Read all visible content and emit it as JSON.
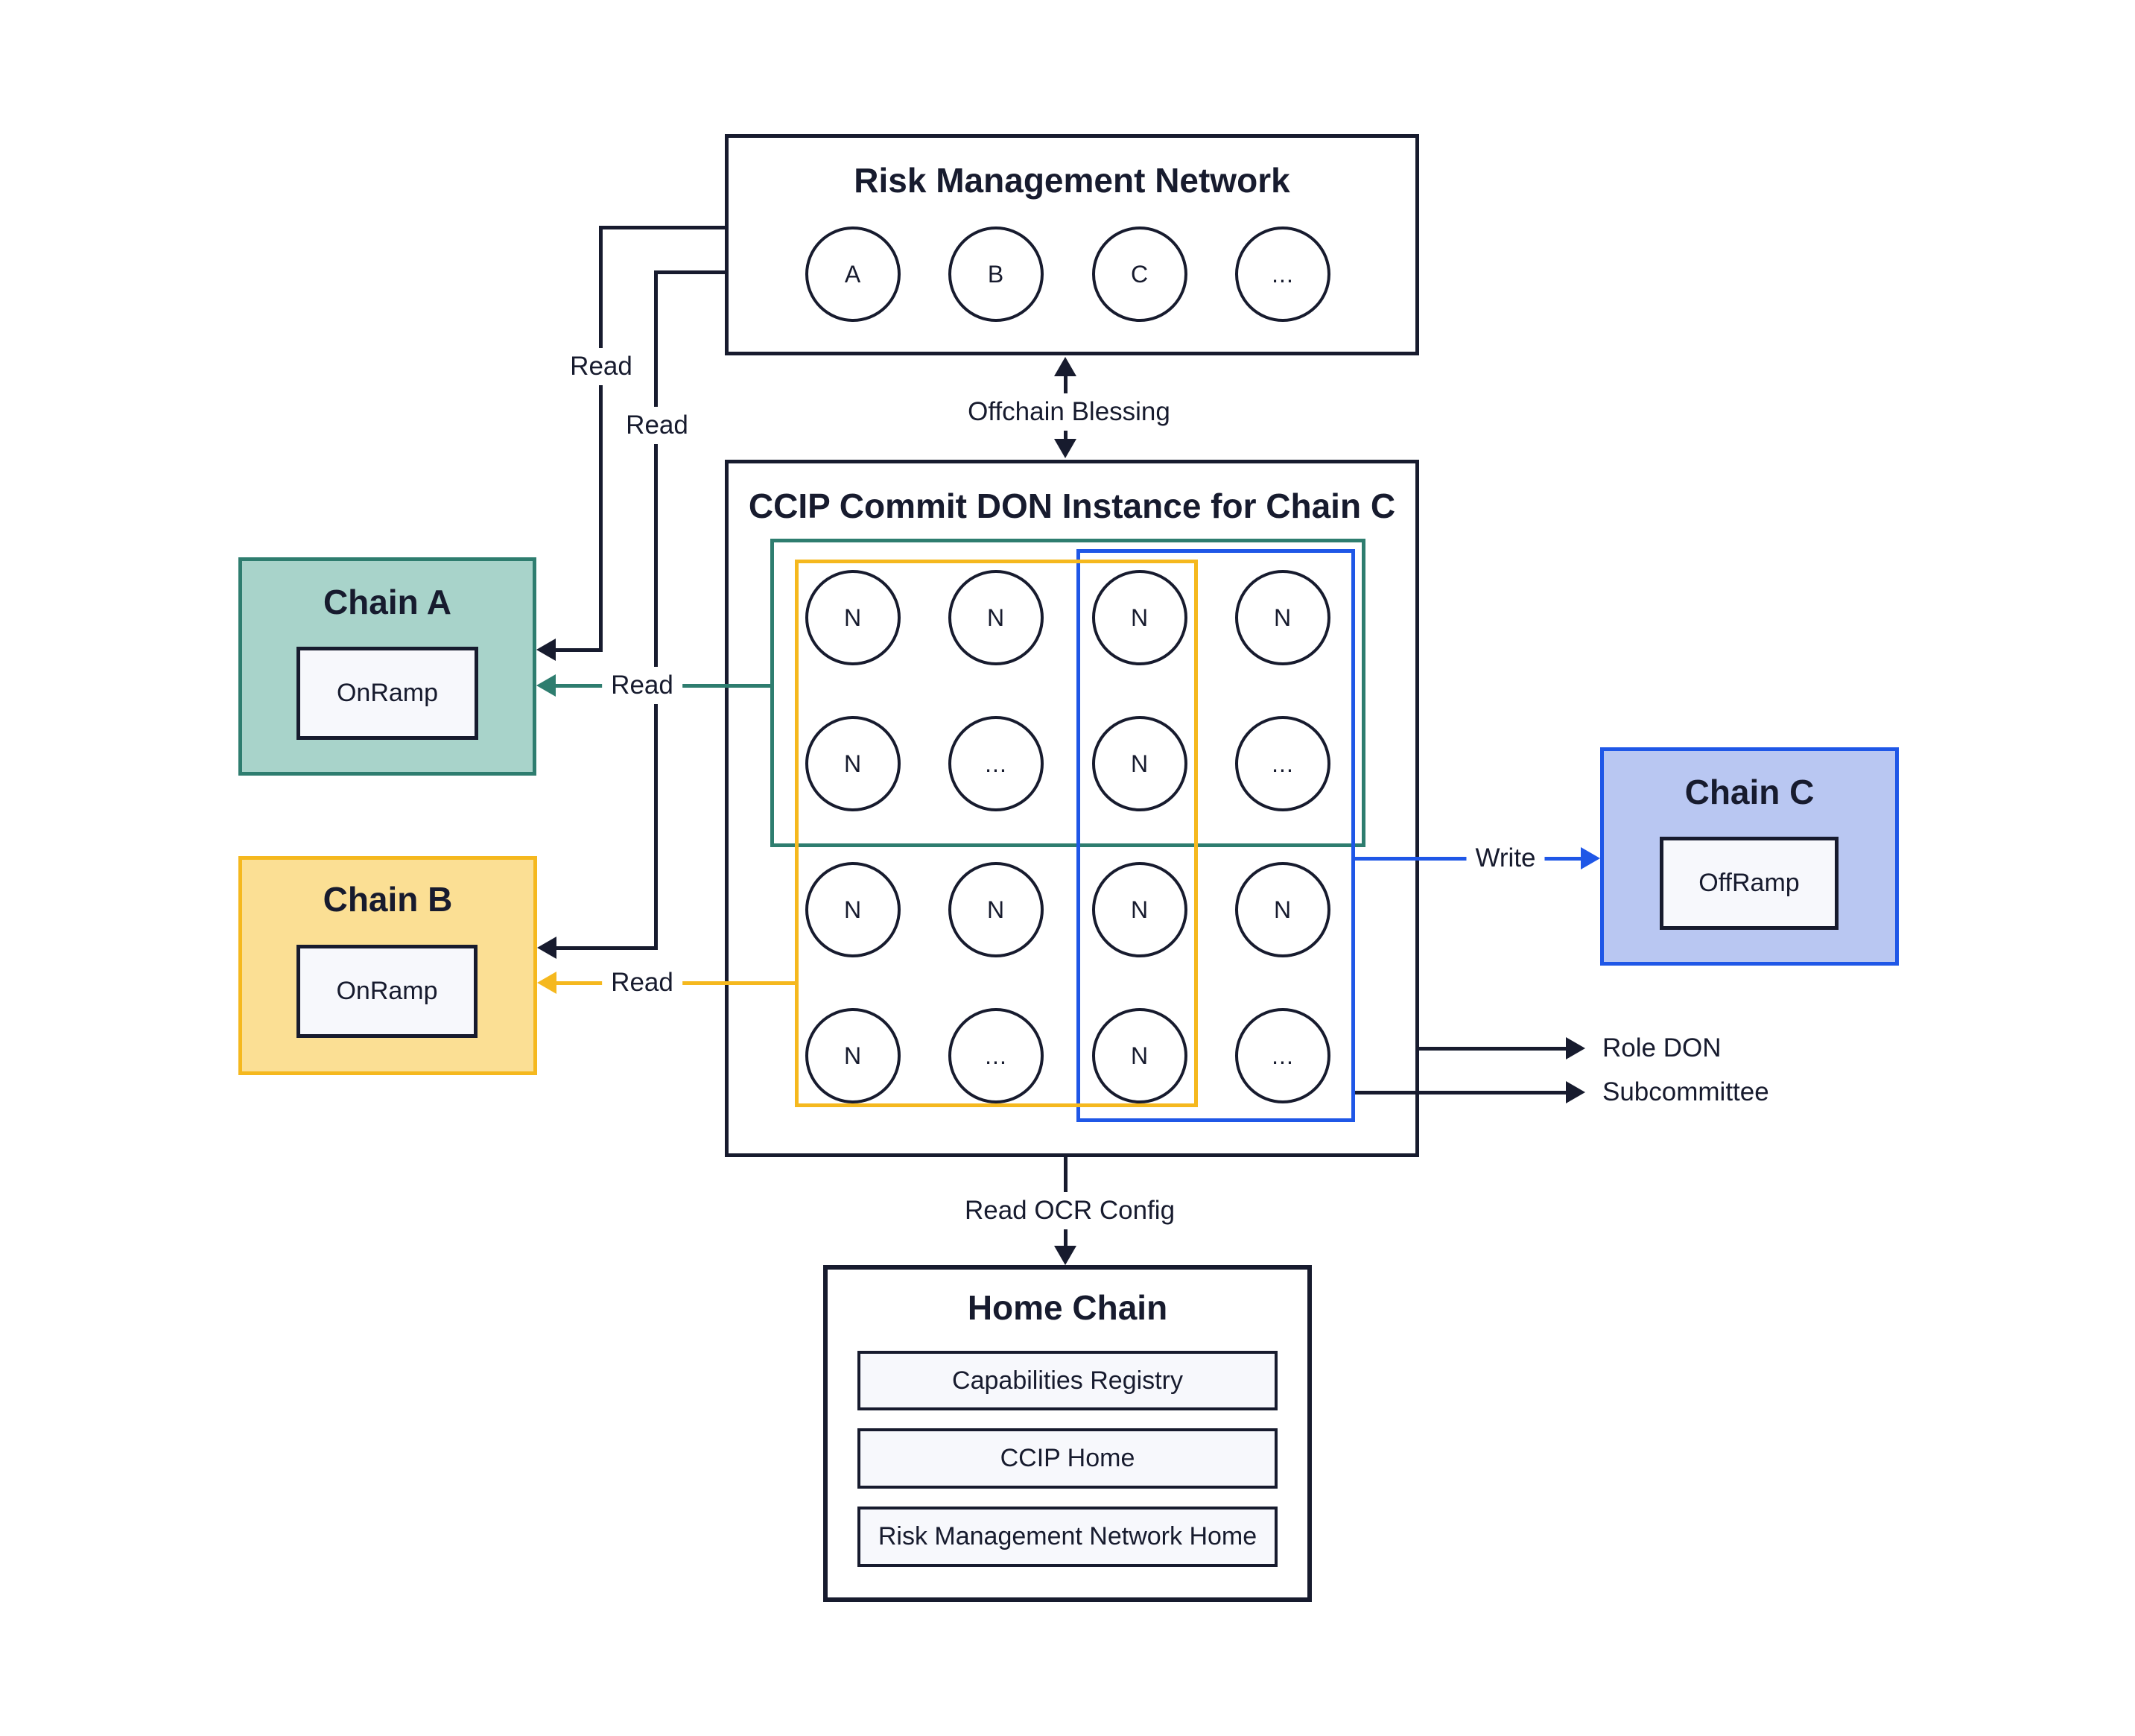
{
  "colors": {
    "ink_navy": "#171B2E",
    "teal_border": "#2E7D6F",
    "teal_fill": "#A8D3CA",
    "yellow_border": "#F5B81E",
    "yellow_fill": "#FBDF94",
    "blue_border": "#1F57E7",
    "blue_fill": "#B9C7F2",
    "panel_fill": "#F7F8FC"
  },
  "rmn": {
    "title": "Risk Management Network",
    "nodes": [
      "A",
      "B",
      "C",
      "..."
    ]
  },
  "don": {
    "title": "CCIP Commit DON Instance for Chain C",
    "nodes": [
      "N",
      "N",
      "N",
      "N",
      "N",
      "...",
      "N",
      "...",
      "N",
      "N",
      "N",
      "N",
      "N",
      "...",
      "N",
      "..."
    ]
  },
  "chain_a": {
    "title": "Chain A",
    "ramp": "OnRamp"
  },
  "chain_b": {
    "title": "Chain B",
    "ramp": "OnRamp"
  },
  "chain_c": {
    "title": "Chain C",
    "ramp": "OffRamp"
  },
  "home": {
    "title": "Home Chain",
    "items": [
      "Capabilities Registry",
      "CCIP Home",
      "Risk Management Network Home"
    ]
  },
  "labels": {
    "offchain_blessing": "Offchain Blessing",
    "read_ocr_config": "Read OCR Config",
    "read_rmn_to_a": "Read",
    "read_rmn_to_b": "Read",
    "read_teal": "Read",
    "read_yellow": "Read",
    "write": "Write",
    "role_don": "Role DON",
    "subcommittee": "Subcommittee"
  }
}
